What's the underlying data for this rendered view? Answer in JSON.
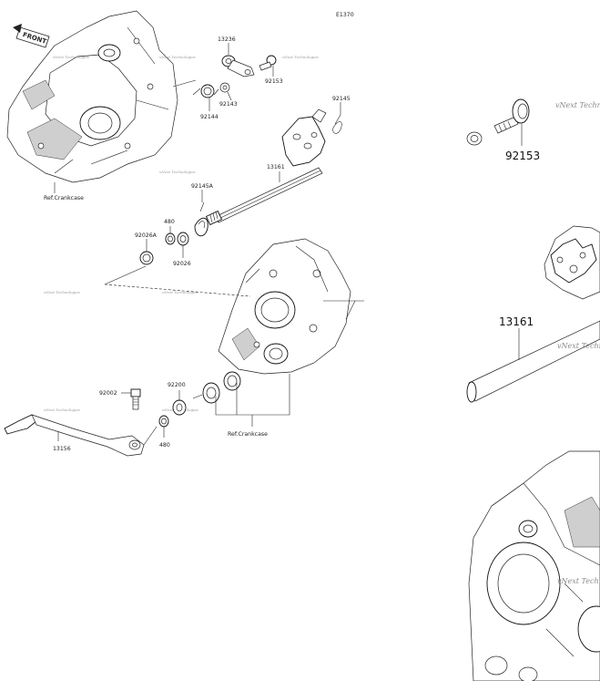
{
  "figure_code": "E1370",
  "front_badge": "FRONT",
  "watermark": "vNext Technologies",
  "watermark_zoom": "vNext Techne",
  "parts": [
    {
      "id": "13236",
      "label": "13236"
    },
    {
      "id": "92153",
      "label": "92153"
    },
    {
      "id": "92145",
      "label": "92145"
    },
    {
      "id": "92143",
      "label": "92143"
    },
    {
      "id": "92144",
      "label": "92144"
    },
    {
      "id": "13161",
      "label": "13161"
    },
    {
      "id": "92145A",
      "label": "92145A"
    },
    {
      "id": "480a",
      "label": "480"
    },
    {
      "id": "92026A",
      "label": "92026A"
    },
    {
      "id": "92026",
      "label": "92026"
    },
    {
      "id": "92002",
      "label": "92002"
    },
    {
      "id": "92200",
      "label": "92200"
    },
    {
      "id": "13156",
      "label": "13156"
    },
    {
      "id": "480b",
      "label": "480"
    }
  ],
  "ref_crankcase_top": "Ref.Crankcase",
  "ref_crankcase_bottom": "Ref.Crankcase",
  "zoom_labels": {
    "bolt": "92153",
    "shaft": "13161"
  }
}
